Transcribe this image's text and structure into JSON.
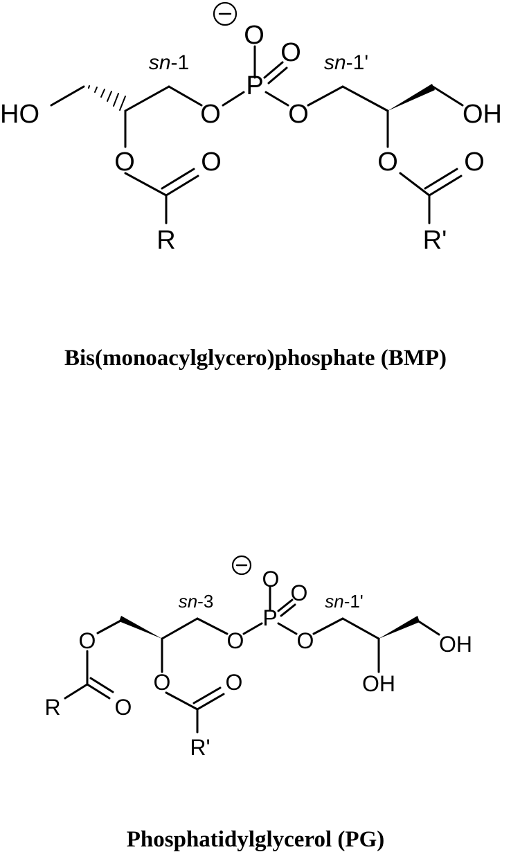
{
  "bmp": {
    "atoms": {
      "charge": "⊖",
      "o_top": "O",
      "o_dbl": "O",
      "p": "P",
      "o_left": "O",
      "o_right": "O",
      "ho": "HO",
      "oh": "OH",
      "o_ester_left": "O",
      "o_carbonyl_left": "O",
      "r": "R",
      "o_ester_right": "O",
      "o_carbonyl_right": "O",
      "r_prime": "R'"
    },
    "sn_left": {
      "prefix": "sn",
      "suffix": "-1"
    },
    "sn_right": {
      "prefix": "sn",
      "suffix": "-1'"
    },
    "caption": "Bis(monoacylglycero)phosphate (BMP)"
  },
  "pg": {
    "atoms": {
      "charge": "⊖",
      "o_top": "O",
      "o_dbl": "O",
      "p": "P",
      "o_left": "O",
      "o_right": "O",
      "o_ester1": "O",
      "r": "R",
      "o_carbonyl1": "O",
      "o_ester2": "O",
      "o_carbonyl2": "O",
      "r_prime": "R'",
      "oh_end": "OH",
      "oh_mid": "OH"
    },
    "sn_left": {
      "prefix": "sn",
      "suffix": "-3"
    },
    "sn_right": {
      "prefix": "sn",
      "suffix": "-1'"
    },
    "caption": "Phosphatidylglycerol (PG)"
  }
}
